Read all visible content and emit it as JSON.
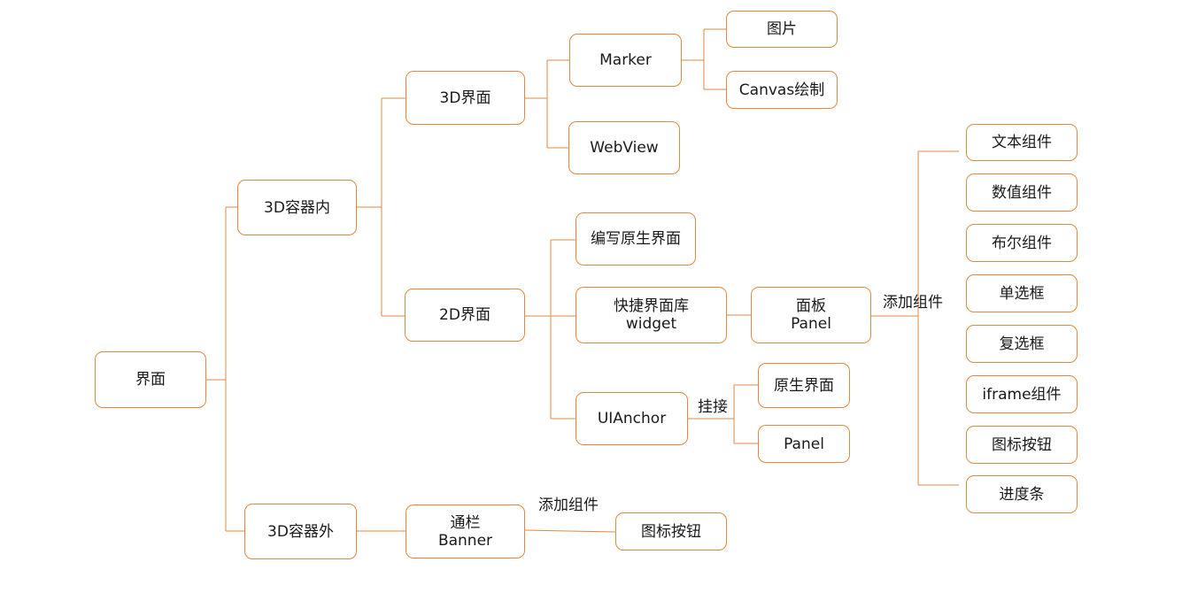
{
  "colors": {
    "accent": "#e2893f",
    "text": "#1a1a1a",
    "background": "#ffffff"
  },
  "diagram": {
    "nodes": {
      "root": "界面",
      "in3d": "3D容器内",
      "out3d": "3D容器外",
      "ui3d": "3D界面",
      "ui2d": "2D界面",
      "marker": "Marker",
      "webview": "WebView",
      "image": "图片",
      "canvas_draw": "Canvas绘制",
      "native_write": "编写原生界面",
      "quick_lib": {
        "line1": "快捷界面库",
        "line2": "widget"
      },
      "uianchor": "UIAnchor",
      "panel_box": {
        "line1": "面板",
        "line2": "Panel"
      },
      "native_ui": "原生界面",
      "panel": "Panel",
      "banner": {
        "line1": "通栏",
        "line2": "Banner"
      },
      "banner_icon_button": "图标按钮",
      "comp_text": "文本组件",
      "comp_number": "数值组件",
      "comp_bool": "布尔组件",
      "comp_radio": "单选框",
      "comp_checkbox": "复选框",
      "comp_iframe": "iframe组件",
      "comp_icon_button": "图标按钮",
      "comp_progress": "进度条"
    },
    "edge_labels": {
      "add_component_panel": "添加组件",
      "mount": "挂接",
      "add_component_banner": "添加组件"
    }
  }
}
